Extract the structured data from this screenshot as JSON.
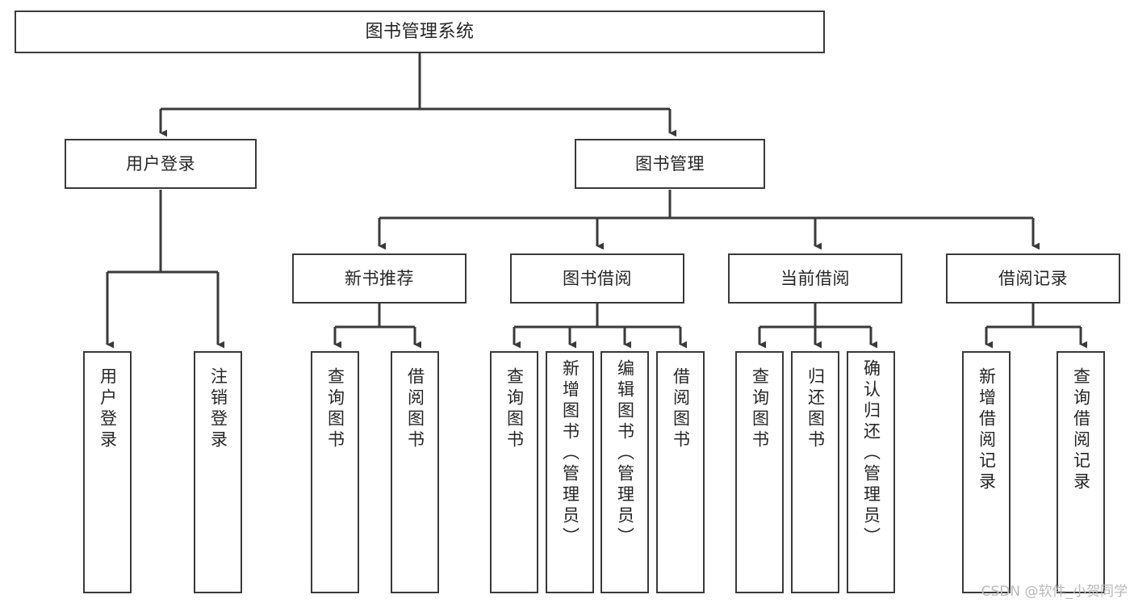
{
  "diagram": {
    "type": "tree",
    "title": "图书管理系统",
    "orientation": "top-down",
    "colors": {
      "box_border": "#3a3a3a",
      "box_fill": "#ffffff",
      "connector": "#3a3a3a",
      "text": "#262626",
      "watermark": "#b9b9b9",
      "background": "#ffffff"
    },
    "levels": [
      {
        "level": 1,
        "nodes": [
          {
            "id": "root",
            "label": "图书管理系统",
            "text_direction": "horizontal"
          }
        ]
      },
      {
        "level": 2,
        "nodes": [
          {
            "id": "user-login",
            "label": "用户登录",
            "text_direction": "horizontal",
            "parent": "root"
          },
          {
            "id": "book-manage",
            "label": "图书管理",
            "text_direction": "horizontal",
            "parent": "root"
          }
        ]
      },
      {
        "level": 3,
        "nodes": [
          {
            "id": "new-book-rec",
            "label": "新书推荐",
            "text_direction": "horizontal",
            "parent": "book-manage"
          },
          {
            "id": "book-borrow",
            "label": "图书借阅",
            "text_direction": "horizontal",
            "parent": "book-manage"
          },
          {
            "id": "current-borrow",
            "label": "当前借阅",
            "text_direction": "horizontal",
            "parent": "book-manage"
          },
          {
            "id": "borrow-record",
            "label": "借阅记录",
            "text_direction": "horizontal",
            "parent": "book-manage"
          }
        ]
      },
      {
        "level": 4,
        "nodes": [
          {
            "id": "leaf-user-login",
            "label": "用户登录",
            "text_direction": "vertical",
            "parent": "user-login"
          },
          {
            "id": "leaf-user-logout",
            "label": "注销登录",
            "text_direction": "vertical",
            "parent": "user-login"
          },
          {
            "id": "leaf-rec-query",
            "label": "查询图书",
            "text_direction": "vertical",
            "parent": "new-book-rec"
          },
          {
            "id": "leaf-rec-borrow",
            "label": "借阅图书",
            "text_direction": "vertical",
            "parent": "new-book-rec"
          },
          {
            "id": "leaf-borrow-query",
            "label": "查询图书",
            "text_direction": "vertical",
            "parent": "book-borrow"
          },
          {
            "id": "leaf-borrow-add",
            "label": "新增图书（管理员）",
            "text_direction": "vertical",
            "parent": "book-borrow"
          },
          {
            "id": "leaf-borrow-edit",
            "label": "编辑图书（管理员）",
            "text_direction": "vertical",
            "parent": "book-borrow"
          },
          {
            "id": "leaf-borrow-do",
            "label": "借阅图书",
            "text_direction": "vertical",
            "parent": "book-borrow"
          },
          {
            "id": "leaf-current-query",
            "label": "查询图书",
            "text_direction": "vertical",
            "parent": "current-borrow"
          },
          {
            "id": "leaf-current-return",
            "label": "归还图书",
            "text_direction": "vertical",
            "parent": "current-borrow"
          },
          {
            "id": "leaf-current-confirm",
            "label": "确认归还（管理员）",
            "text_direction": "vertical",
            "parent": "current-borrow"
          },
          {
            "id": "leaf-record-add",
            "label": "新增借阅记录",
            "text_direction": "vertical",
            "parent": "borrow-record"
          },
          {
            "id": "leaf-record-query",
            "label": "查询借阅记录",
            "text_direction": "vertical",
            "parent": "borrow-record"
          }
        ]
      }
    ]
  },
  "watermark": {
    "text": "CSDN @软件_小贺同学"
  }
}
